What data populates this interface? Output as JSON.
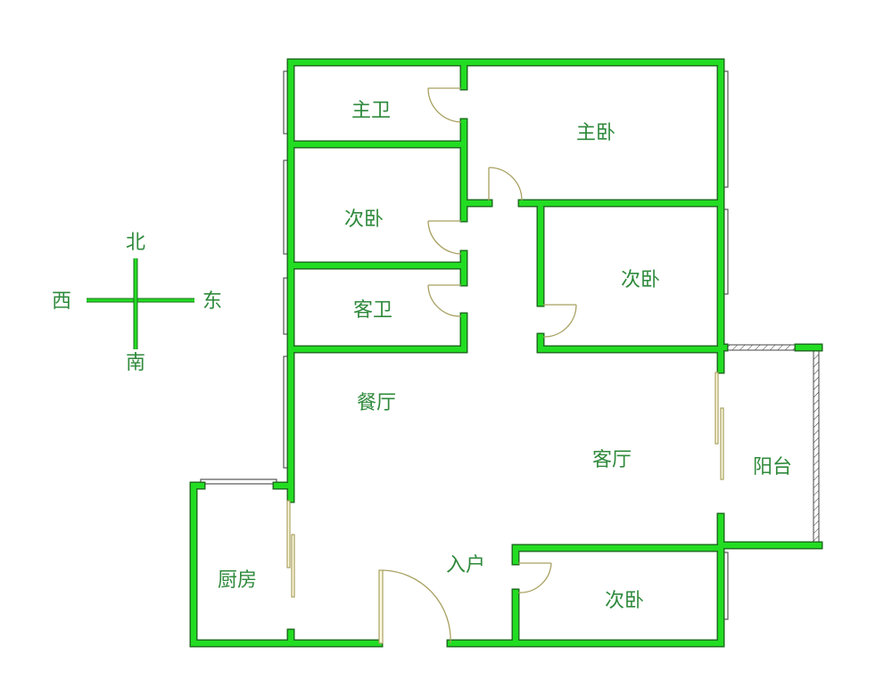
{
  "compass": {
    "north": "北",
    "south": "南",
    "east": "东",
    "west": "西"
  },
  "rooms": {
    "master_bath": "主卫",
    "master_bedroom": "主卧",
    "second_bedroom_left": "次卧",
    "second_bedroom_right": "次卧",
    "guest_bath": "客卫",
    "dining": "餐厅",
    "living": "客厅",
    "balcony": "阳台",
    "kitchen": "厨房",
    "entrance": "入户",
    "second_bedroom_bottom": "次卧"
  },
  "colors": {
    "wall": "#22dd22",
    "text": "#2f8a3c",
    "door": "#a8a060"
  }
}
